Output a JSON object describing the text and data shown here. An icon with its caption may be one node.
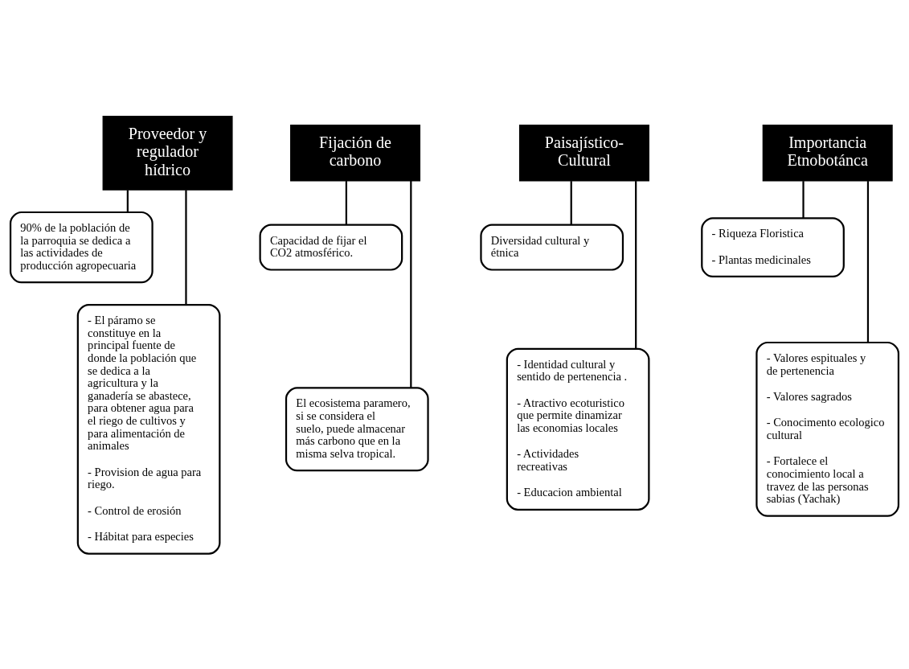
{
  "diagram": {
    "nodes": [
      {
        "text": [
          "Proveedor y regulador hídrico"
        ]
      },
      {
        "text": [
          "90% de la población de la parroquia se dedica a las actividades de producción agropecuaria"
        ]
      },
      {
        "text": [
          "- El páramo se constituye en la principal fuente de donde la población que se dedica a la agricultura y la ganadería se abastece, para obtener agua para el riego de cultivos y para alimentación de animales",
          "- Provision de agua para riego.",
          "- Control de erosión",
          "- Hábitat para especies"
        ]
      },
      {
        "text": [
          "Fijación de carbono"
        ]
      },
      {
        "text": [
          "Capacidad de fijar el CO2 atmosférico."
        ]
      },
      {
        "text": [
          "El ecosistema paramero, si se considera el suelo, puede almacenar más carbono que en la misma selva tropical."
        ]
      },
      {
        "text": [
          "Paisajístico-Cultural"
        ]
      },
      {
        "text": [
          "Diversidad cultural y étnica"
        ]
      },
      {
        "text": [
          "- Identidad cultural y sentido de pertenencia .",
          "- Atractivo ecoturistico que permite dinamizar las economias locales",
          "- Actividades recreativas",
          "- Educacion ambiental"
        ]
      },
      {
        "text": [
          "Importancia Etnobotánca"
        ]
      },
      {
        "text": [
          "- Riqueza Floristica",
          "- Plantas medicinales"
        ]
      },
      {
        "text": [
          "- Valores espituales y de pertenencia",
          "- Valores sagrados",
          "- Conocimento ecologico cultural",
          "- Fortalece el conocimiento local a travez de las personas sabias (Yachak)"
        ]
      }
    ],
    "edges": [
      {
        "from": 0,
        "to": 1,
        "arrow": "none"
      },
      {
        "from": 0,
        "to": 2,
        "arrow": "none"
      },
      {
        "from": 3,
        "to": 4,
        "arrow": "none"
      },
      {
        "from": 3,
        "to": 5,
        "arrow": "none"
      },
      {
        "from": 6,
        "to": 7,
        "arrow": "none"
      },
      {
        "from": 6,
        "to": 8,
        "arrow": "none"
      },
      {
        "from": 9,
        "to": 10,
        "arrow": "none"
      },
      {
        "from": 9,
        "to": 11,
        "arrow": "none"
      }
    ]
  }
}
